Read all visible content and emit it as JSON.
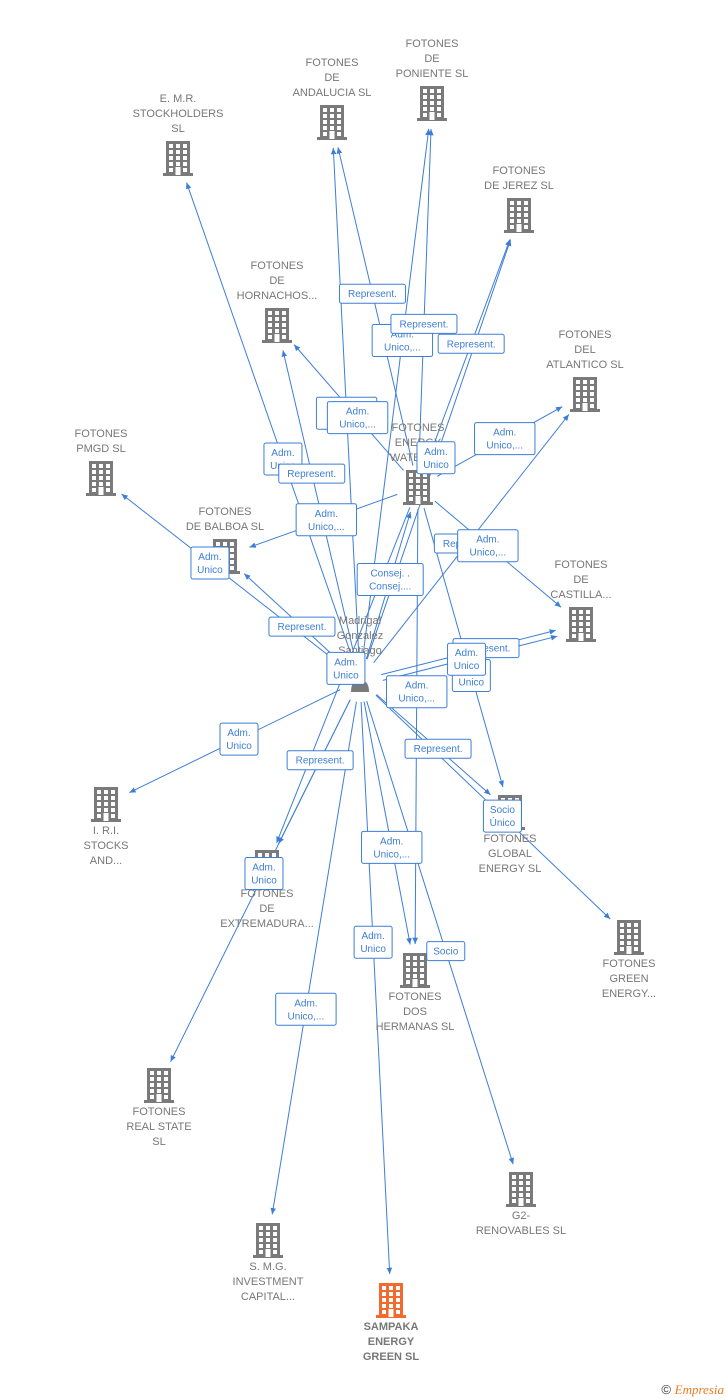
{
  "colors": {
    "edge": "#3d7ed6",
    "building": "#7a7a7a",
    "highlight": "#f26a2e",
    "label": "#777777"
  },
  "nodes": [
    {
      "id": "emr",
      "lines": [
        "E. M.R.",
        "STOCKHOLDERS",
        "SL"
      ],
      "icon": "building-icon"
    },
    {
      "id": "andalucia",
      "lines": [
        "FOTONES",
        "DE",
        "ANDALUCIA  SL"
      ],
      "icon": "building-icon"
    },
    {
      "id": "poniente",
      "lines": [
        "FOTONES",
        "DE",
        "PONIENTE  SL"
      ],
      "icon": "building-icon"
    },
    {
      "id": "jerez",
      "lines": [
        "FOTONES",
        "DE JEREZ  SL"
      ],
      "icon": "building-icon"
    },
    {
      "id": "hornachos",
      "lines": [
        "FOTONES",
        "DE",
        "HORNACHOS..."
      ],
      "icon": "building-icon"
    },
    {
      "id": "atlantico",
      "lines": [
        "FOTONES",
        "DEL",
        "ATLANTICO  SL"
      ],
      "icon": "building-icon"
    },
    {
      "id": "energywater",
      "lines": [
        "FOTONES",
        "ENERGY",
        "WATER SA"
      ],
      "icon": "building-icon"
    },
    {
      "id": "pmgd",
      "lines": [
        "FOTONES",
        "PMGD  SL"
      ],
      "icon": "building-icon"
    },
    {
      "id": "balboa",
      "lines": [
        "FOTONES",
        "DE BALBOA  SL"
      ],
      "icon": "building-icon"
    },
    {
      "id": "castilla",
      "lines": [
        "FOTONES",
        "DE",
        "CASTILLA..."
      ],
      "icon": "building-icon"
    },
    {
      "id": "madrigal",
      "lines": [
        "Madrigal",
        "Gonzalez",
        "Santiago"
      ],
      "icon": "person-icon"
    },
    {
      "id": "iri",
      "lines": [
        "I. R.I.",
        "STOCKS",
        "AND..."
      ],
      "icon": "building-icon"
    },
    {
      "id": "global",
      "lines": [
        "FOTONES",
        "GLOBAL",
        "ENERGY  SL"
      ],
      "icon": "building-icon"
    },
    {
      "id": "extremadura",
      "lines": [
        "FOTONES",
        "DE",
        "EXTREMADURA..."
      ],
      "icon": "building-icon"
    },
    {
      "id": "green",
      "lines": [
        "FOTONES",
        "GREEN",
        "ENERGY..."
      ],
      "icon": "building-icon"
    },
    {
      "id": "doshermanas",
      "lines": [
        "FOTONES",
        "DOS",
        "HERMANAS  SL"
      ],
      "icon": "building-icon"
    },
    {
      "id": "realstate",
      "lines": [
        "FOTONES",
        "REAL STATE",
        "SL"
      ],
      "icon": "building-icon"
    },
    {
      "id": "g2",
      "lines": [
        "G2-",
        "RENOVABLES SL"
      ],
      "icon": "building-icon"
    },
    {
      "id": "smg",
      "lines": [
        "S. M.G.",
        "INVESTMENT",
        "CAPITAL..."
      ],
      "icon": "building-icon"
    },
    {
      "id": "sampaka",
      "lines": [
        "SAMPAKA",
        "ENERGY",
        "GREEN  SL"
      ],
      "icon": "building-icon",
      "highlight": true
    }
  ],
  "edges": [
    {
      "from": "madrigal",
      "to": "emr",
      "label": [
        "Adm.",
        "Unico"
      ]
    },
    {
      "from": "madrigal",
      "to": "andalucia",
      "label": [
        "Adm.",
        "Unico,..."
      ]
    },
    {
      "from": "energywater",
      "to": "andalucia",
      "label": [
        "Represent."
      ]
    },
    {
      "from": "madrigal",
      "to": "poniente",
      "label": [
        "Adm.",
        "Unico,..."
      ]
    },
    {
      "from": "energywater",
      "to": "poniente",
      "label": [
        "Represent."
      ]
    },
    {
      "from": "madrigal",
      "to": "jerez",
      "label": [
        "Adm.",
        "Unico"
      ]
    },
    {
      "from": "energywater",
      "to": "jerez",
      "label": [
        "Represent."
      ]
    },
    {
      "from": "madrigal",
      "to": "hornachos",
      "label": [
        "Represent."
      ]
    },
    {
      "from": "energywater",
      "to": "hornachos",
      "label": [
        "Adm.",
        "Unico,..."
      ]
    },
    {
      "from": "madrigal",
      "to": "atlantico",
      "label": [
        "Represent."
      ]
    },
    {
      "from": "energywater",
      "to": "atlantico",
      "label": [
        "Adm.",
        "Unico,..."
      ]
    },
    {
      "from": "madrigal",
      "to": "pmgd",
      "label": [
        "Adm.",
        "Unico"
      ]
    },
    {
      "from": "madrigal",
      "to": "balboa",
      "label": [
        "Represent."
      ]
    },
    {
      "from": "energywater",
      "to": "balboa",
      "label": [
        "Adm.",
        "Unico,..."
      ]
    },
    {
      "from": "madrigal",
      "to": "energywater",
      "label": [
        "Consej. .",
        "Consej...."
      ]
    },
    {
      "from": "madrigal",
      "to": "castilla",
      "label": [
        "Represent."
      ]
    },
    {
      "from": "energywater",
      "to": "castilla",
      "label": [
        "Adm.",
        "Unico,..."
      ]
    },
    {
      "from": "madrigal",
      "to": "iri",
      "label": [
        "Adm.",
        "Unico"
      ]
    },
    {
      "from": "madrigal",
      "to": "global",
      "label": [
        "Represent."
      ]
    },
    {
      "from": "energywater",
      "to": "global",
      "label": [
        "Adm.",
        "Unico"
      ]
    },
    {
      "from": "madrigal",
      "to": "extremadura",
      "label": [
        "Represent."
      ]
    },
    {
      "from": "energywater",
      "to": "extremadura",
      "label": [
        "Adm.",
        "Unico"
      ]
    },
    {
      "from": "madrigal",
      "to": "green",
      "label": [
        "Socio",
        "Único"
      ]
    },
    {
      "from": "madrigal",
      "to": "doshermanas",
      "label": [
        "Adm.",
        "Unico,..."
      ]
    },
    {
      "from": "energywater",
      "to": "doshermanas",
      "label": [
        "Adm.",
        "Unico,..."
      ]
    },
    {
      "from": "madrigal",
      "to": "realstate",
      "label": [
        "Adm.",
        "Unico"
      ]
    },
    {
      "from": "madrigal",
      "to": "g2",
      "label": [
        "Socio"
      ]
    },
    {
      "from": "madrigal",
      "to": "smg",
      "label": [
        "Adm.",
        "Unico,..."
      ]
    },
    {
      "from": "madrigal",
      "to": "sampaka",
      "label": [
        "Adm.",
        "Unico"
      ]
    },
    {
      "from": "madrigal",
      "to": "castilla",
      "label": [
        "Adm.",
        "Unico"
      ]
    }
  ],
  "footer": {
    "copyright": "©",
    "brand": "Empresia"
  }
}
